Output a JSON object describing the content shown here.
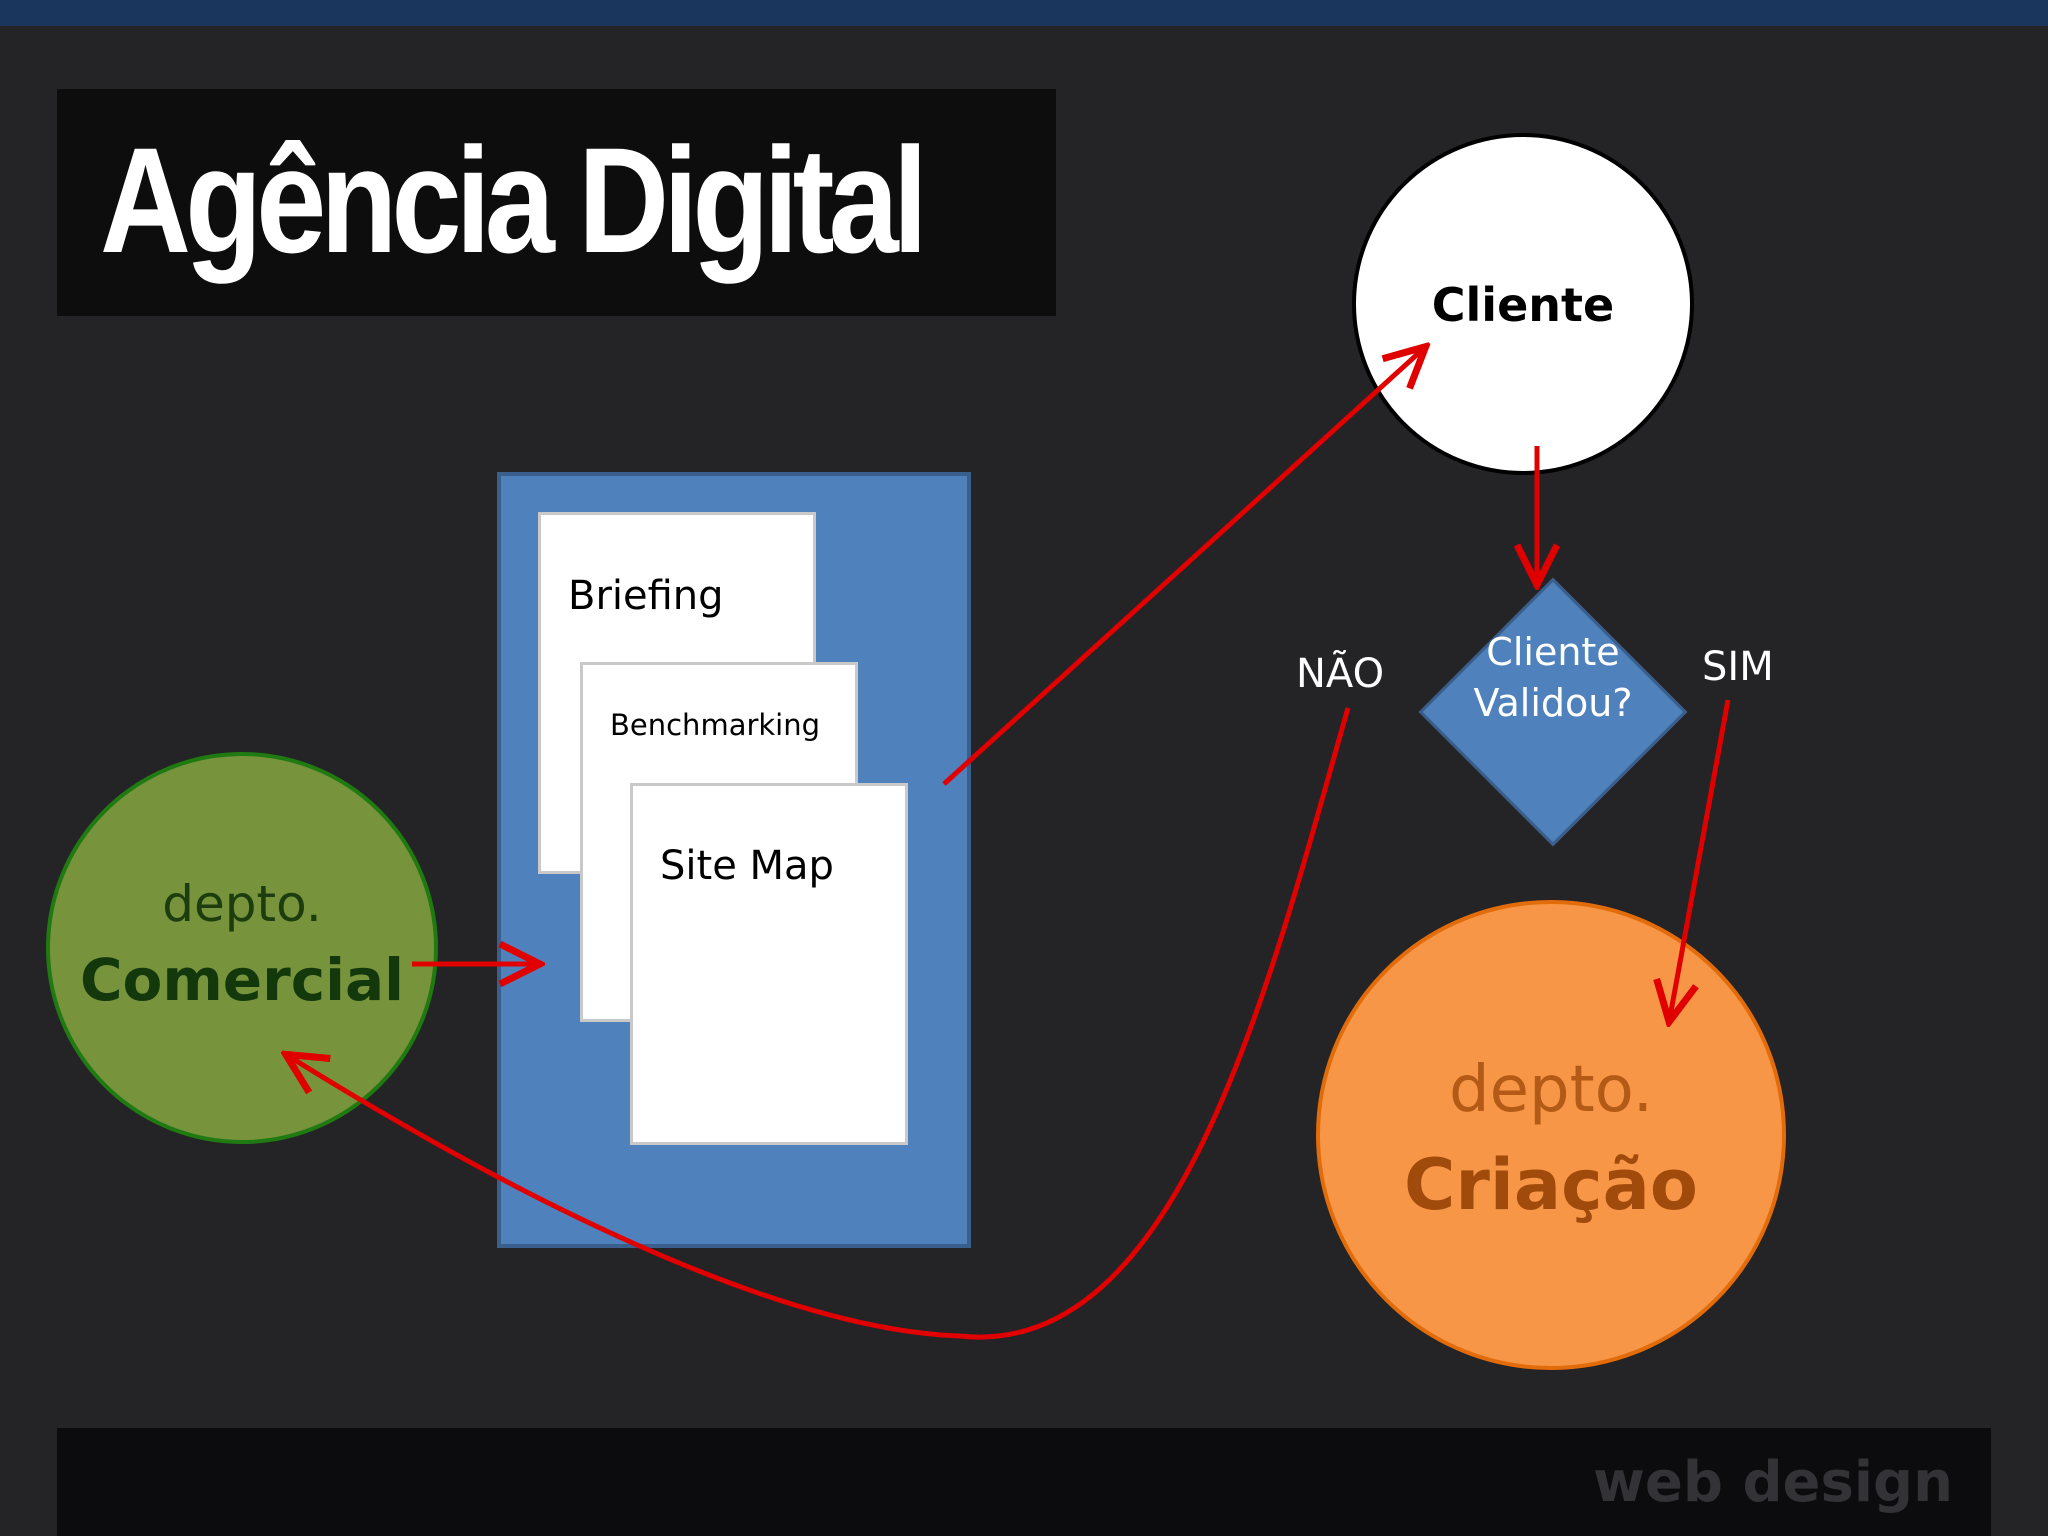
{
  "title": "Agência Digital",
  "footer": "web design",
  "documents": {
    "briefing": "Briefing",
    "benchmarking": "Benchmarking",
    "site_map": "Site Map"
  },
  "comercial": {
    "line1": "depto.",
    "line2": "Comercial"
  },
  "cliente": {
    "label": "Cliente"
  },
  "decision": {
    "line1": "Cliente",
    "line2": "Validou?"
  },
  "branches": {
    "no": "NÃO",
    "yes": "SIM"
  },
  "criacao": {
    "line1": "depto.",
    "line2": "Criação"
  },
  "colors": {
    "comercial_fill": "#77933c",
    "comercial_text_light": "#1e3d0f",
    "comercial_text_bold": "#12380c",
    "criacao_fill": "#f79646",
    "criacao_text_light": "#b45a17",
    "criacao_text_bold": "#a04b0c",
    "panel_fill": "#4f81bd",
    "arrow": "#e00000"
  }
}
